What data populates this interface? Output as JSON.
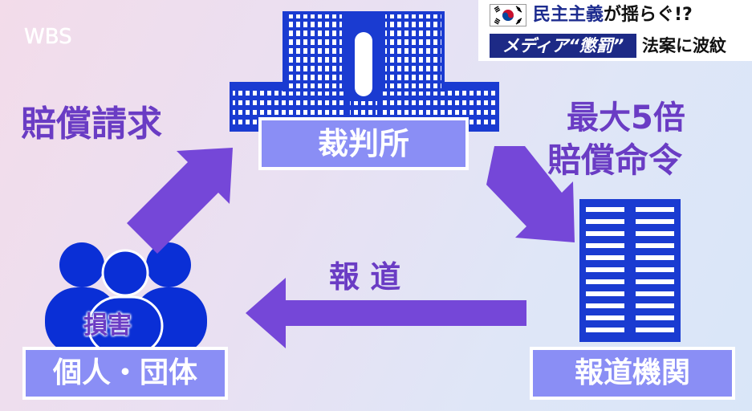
{
  "logo": {
    "text": "WBS"
  },
  "banner": {
    "line1_highlight": "民主主義",
    "line1_rest": "が揺らぐ!?",
    "line2_box": "メディア“懲罰”",
    "line2_rest": "法案に波紋"
  },
  "diagram": {
    "court_label": "裁判所",
    "media_label": "報道機関",
    "people_label": "個人・団体",
    "damage_label": "損害",
    "claim_label": "賠償請求",
    "order_line1": "最大5倍",
    "order_line2": "賠償命令",
    "report_label": "報 道"
  },
  "colors": {
    "arrow": "#7547d8",
    "building": "#1a3bd1",
    "person": "#0a2fd6",
    "label_bg": "#8a8ef5",
    "text_purple": "#6a3cc4"
  }
}
